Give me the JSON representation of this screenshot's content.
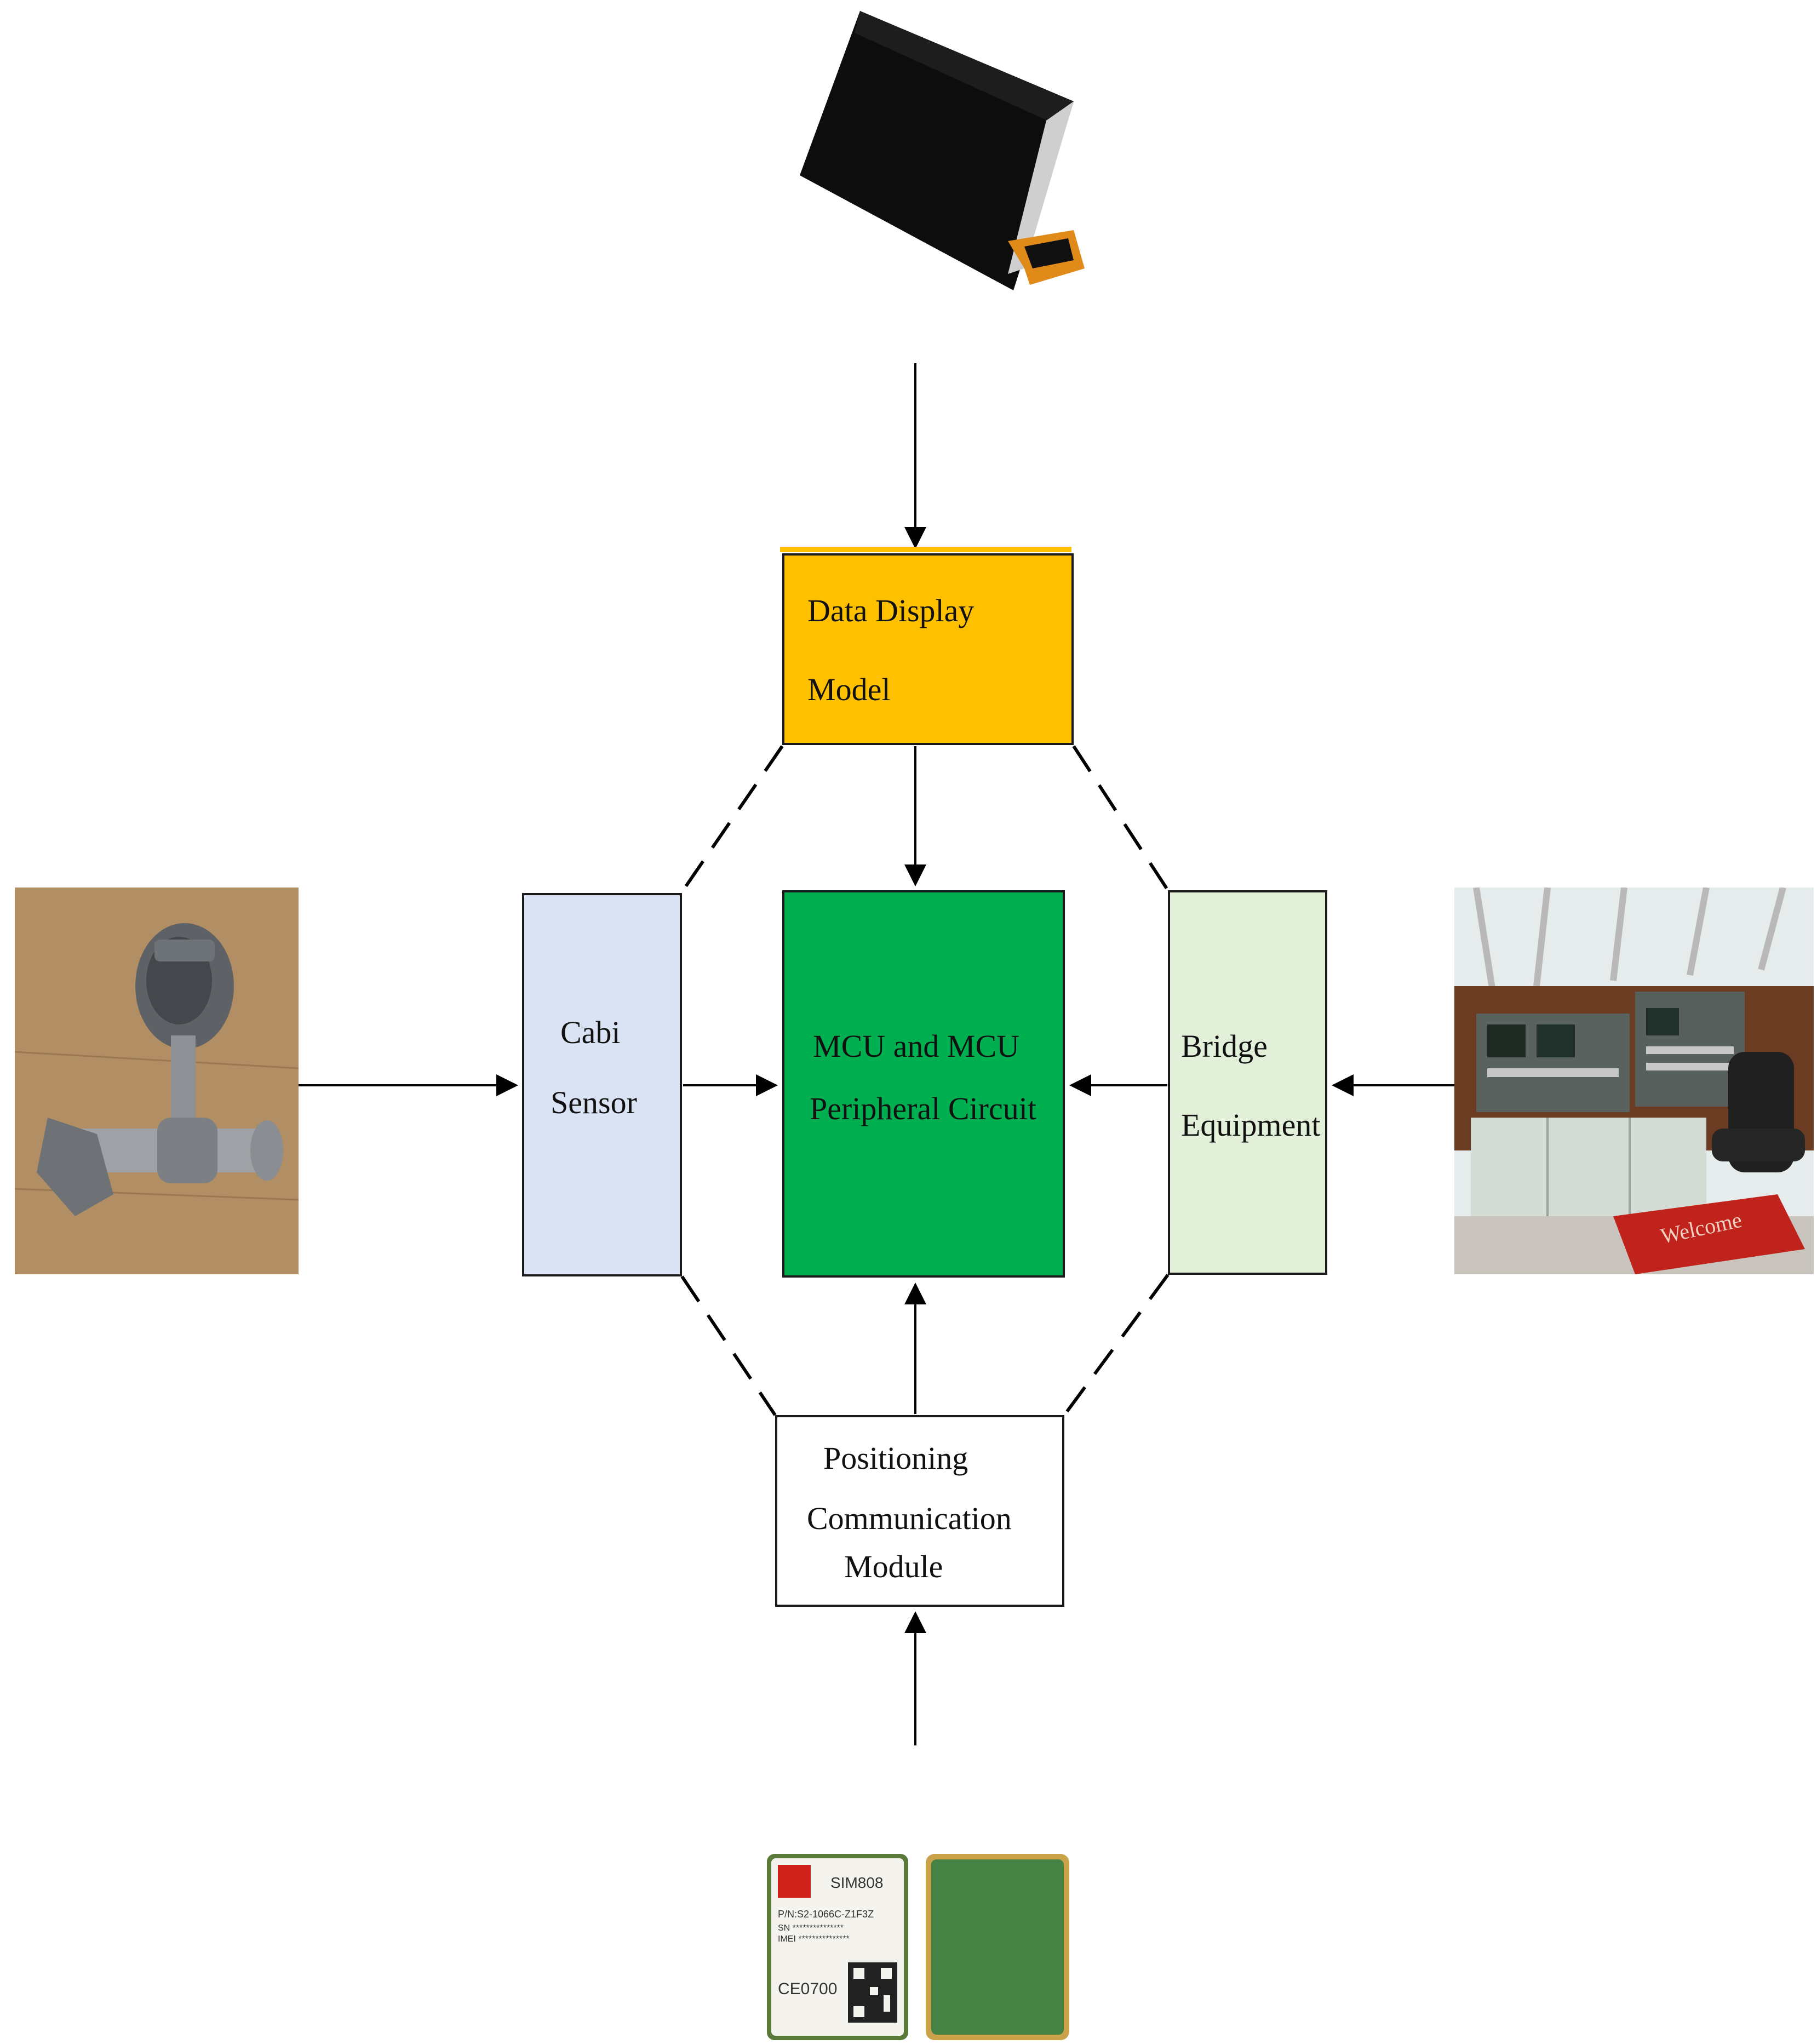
{
  "blocks": {
    "display": {
      "line1": "Data Display",
      "line2": "Model"
    },
    "mcu": {
      "line1": "MCU and MCU",
      "line2": "Peripheral Circuit"
    },
    "cabi": {
      "line1": "Cabi",
      "line2": "Sensor"
    },
    "bridge": {
      "line1": "Bridge",
      "line2": "Equipment"
    },
    "positioning": {
      "line1": "Positioning",
      "line2": "Communication",
      "line3": "Module"
    }
  },
  "photos": {
    "lcd": "lcd-screen-photo",
    "sensor": "flow-sensor-photo",
    "bridge": "ship-bridge-console-photo",
    "module": "sim-module-photo",
    "mat_text": "Welcome",
    "module_label": "SIM808",
    "module_code": "P/N:S2-1066C-Z1F3Z",
    "module_sn": "SN ***************",
    "module_imei": "IMEI ***************",
    "module_ce": "CE0700"
  },
  "colors": {
    "display": "#ffc000",
    "mcu": "#00b050",
    "cabi": "#dae3f3",
    "bridge": "#e2efd9",
    "positioning": "#ffffff",
    "lines": "#000000"
  }
}
